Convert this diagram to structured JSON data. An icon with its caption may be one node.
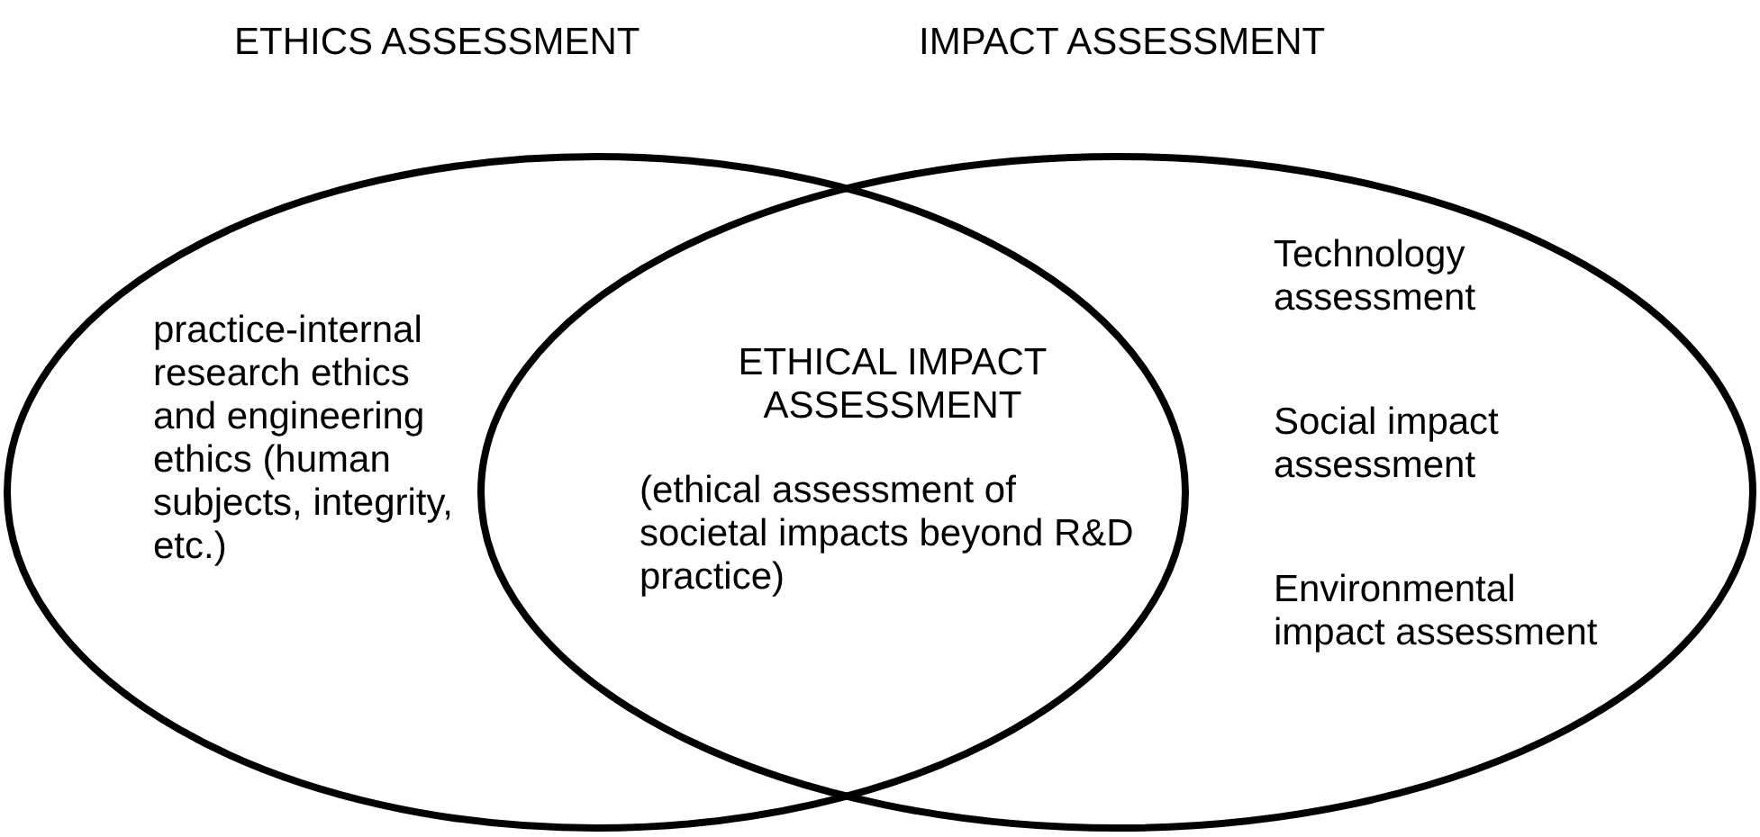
{
  "diagram": {
    "nodes": [
      {
        "text": [
          "ETHICS ASSESSMENT",
          "practice-internal research ethics and engineering ethics (human subjects, integrity, etc.)"
        ]
      },
      {
        "text": [
          "IMPACT ASSESSMENT",
          "Technology assessment",
          "Social impact assessment",
          "Environmental impact assessment"
        ]
      }
    ],
    "edges": [],
    "labels": [
      "ETHICAL IMPACT ASSESSMENT",
      "(ethical assessment of societal impacts beyond R&D practice)"
    ]
  }
}
